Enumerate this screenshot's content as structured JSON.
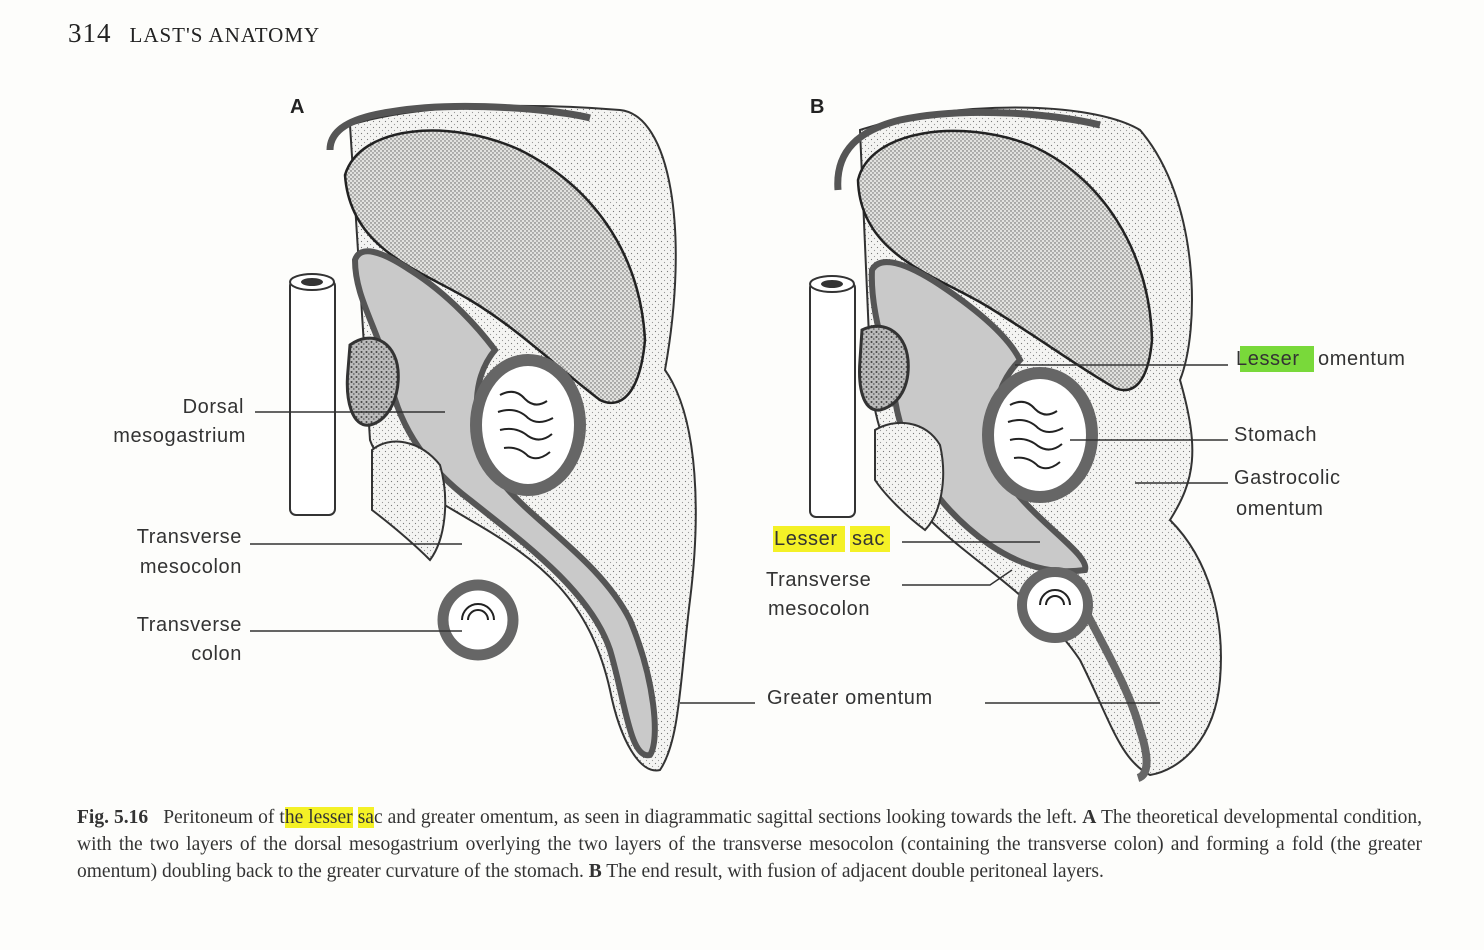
{
  "header": {
    "page_number": "314",
    "running_title": "LAST'S ANATOMY"
  },
  "figure": {
    "panel_a": {
      "letter": "A",
      "labels": {
        "dorsal_1": "Dorsal",
        "dorsal_2": "mesogastrium",
        "tmeso_1": "Transverse",
        "tmeso_2": "mesocolon",
        "tcolon_1": "Transverse",
        "tcolon_2": "colon"
      }
    },
    "panel_b": {
      "letter": "B",
      "labels": {
        "lesser_omentum_a": "Lesser",
        "lesser_omentum_b": "omentum",
        "stomach": "Stomach",
        "gastro_1": "Gastrocolic",
        "gastro_2": "omentum",
        "lesser_sac_a": "Lesser",
        "lesser_sac_b": "sac",
        "tmeso_1": "Transverse",
        "tmeso_2": "mesocolon",
        "greater_omentum": "Greater omentum"
      }
    }
  },
  "caption": {
    "fig_label": "Fig. 5.16",
    "seg1": "Peritoneum of t",
    "hl1": "he lesser",
    "seg2": " ",
    "hl2": "sa",
    "seg3": "c and greater omentum, as seen in diagrammatic sagittal sections looking towards the left. ",
    "a_letter": "A",
    "seg4": " The theoretical developmental condition, with the two layers of the dorsal mesogastrium overlying the two layers of the transverse mesocolon (containing the transverse colon) and forming a fold (the greater omentum) doubling back to the greater curvature of the stomach. ",
    "b_letter": "B",
    "seg5": " The end result, with fusion of adjacent double peritoneal layers."
  },
  "colors": {
    "highlight_yellow": "#f4f126",
    "highlight_green": "#79d93a",
    "membrane_gray": "#7a7a7a",
    "sac_gray": "#c9c9c9"
  }
}
